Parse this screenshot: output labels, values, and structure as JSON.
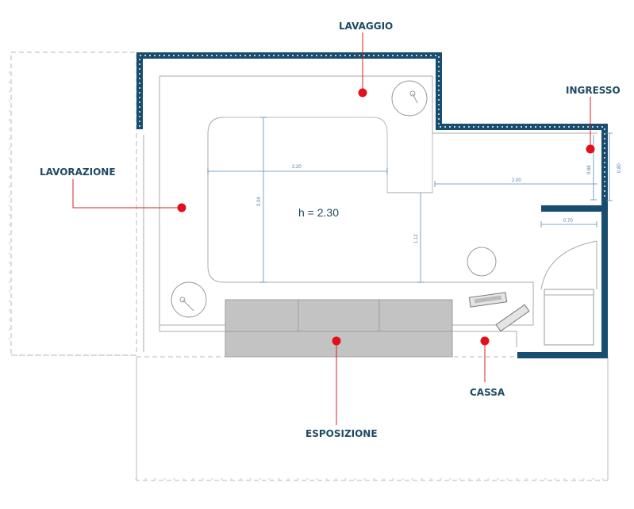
{
  "labels": {
    "lavaggio": "LAVAGGIO",
    "ingresso": "INGRESSO",
    "lavorazione": "LAVORAZIONE",
    "esposizione": "ESPOSIZIONE",
    "cassa": "CASSA"
  },
  "dimensions": {
    "height": "h = 2.30",
    "w_220": "2.20",
    "h_204": "2.04",
    "h_112": "1.12",
    "w_200": "2.00",
    "h_066": "0.66",
    "h_080": "0.80",
    "w_070": "0.70"
  },
  "colors": {
    "wall": "#174d6e",
    "marker": "#e3101c",
    "label": "#1f4a63",
    "dimension": "#5d8db5",
    "display_block": "#c3c3c3"
  }
}
